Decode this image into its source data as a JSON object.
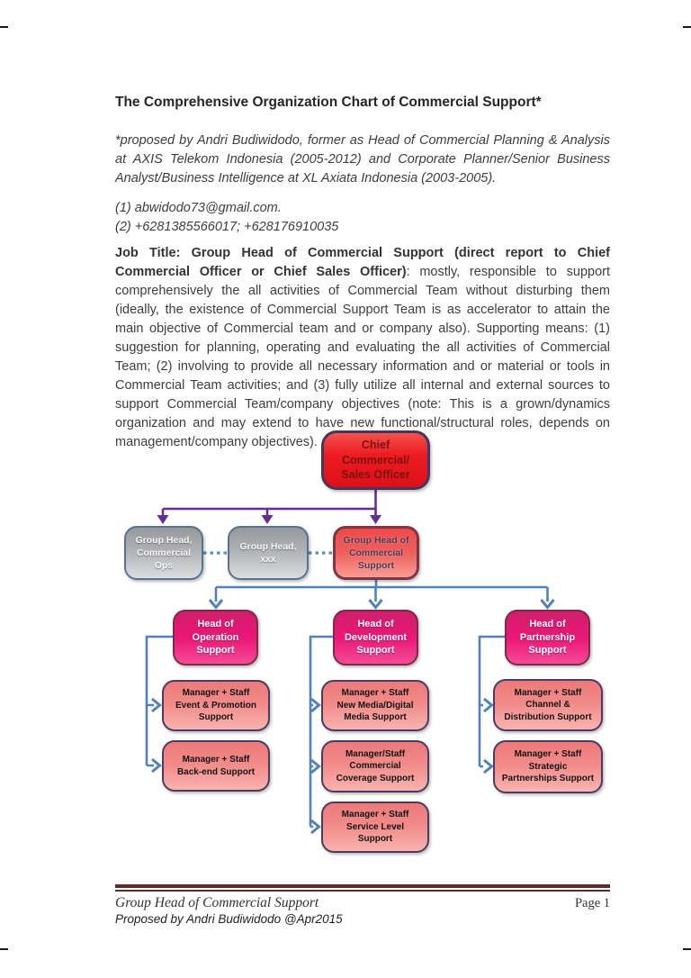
{
  "document": {
    "title": "The Comprehensive Organization Chart of Commercial Support*",
    "intro": "*proposed by Andri Budiwidodo,  former as Head of Commercial Planning & Analysis at AXIS Telekom Indonesia (2005-2012) and Corporate Planner/Senior Business Analyst/Business Intelligence at XL Axiata Indonesia (2003-2005).",
    "contacts": [
      " (1) abwidodo73@gmail.com.",
      "(2) +6281385566017; +628176910035"
    ],
    "job": {
      "lead": "Job Title: Group Head of Commercial Support (direct report to Chief Commercial Officer or Chief Sales Officer)",
      "body": ": mostly, responsible to support comprehensively the all activities of Commercial Team without disturbing them (ideally, the existence of Commercial Support Team is as accelerator to attain the main objective of Commercial team and or company also).  Supporting means: (1) suggestion for planning, operating and evaluating the all activities of Commercial Team; (2) involving to provide all necessary information and or material or tools in Commercial Team activities; and (3) fully utilize all internal and external sources to support Commercial Team/company objectives (note: This is a grown/dynamics organization and may extend to have new functional/structural roles, depends on management/company objectives)."
    }
  },
  "org_chart": {
    "top": "Chief\nCommercial/\nSales Officer",
    "level2": [
      "Group Head,\nCommercial\nOps",
      "Group Head,\nxxx",
      "Group Head of\nCommercial\nSupport"
    ],
    "level3": [
      "Head of\nOperation\nSupport",
      "Head of\nDevelopment\nSupport",
      "Head of\nPartnership\nSupport"
    ],
    "managers": {
      "operation": [
        "Manager + Staff\nEvent & Promotion\nSupport",
        "Manager + Staff\nBack-end Support"
      ],
      "development": [
        "Manager + Staff\nNew Media/Digital\nMedia Support",
        "Manager/Staff\nCommercial\nCoverage Support",
        "Manager + Staff\nService Level\nSupport"
      ],
      "partnership": [
        "Manager + Staff\nChannel &\nDistribution Support",
        "Manager + Staff\nStrategic\nPartnerships Support"
      ]
    }
  },
  "footer": {
    "doc_title": "Group Head of Commercial Support",
    "byline": "Proposed by Andri Budiwidodo @Apr2015",
    "page_label": "Page 1"
  },
  "colors": {
    "connector_purple": "#662d91",
    "connector_blue": "#4f81bd",
    "dotted_blue": "#5b8ec4",
    "chief_red": "#ec1c21",
    "ghcs_salmon_red": "#ef5f5c",
    "head_magenta": "#eb1677",
    "manager_salmon": "#f18a89",
    "gray_box": "#b0b1b4",
    "footer_rule_maroon": "#5d2b2d"
  }
}
